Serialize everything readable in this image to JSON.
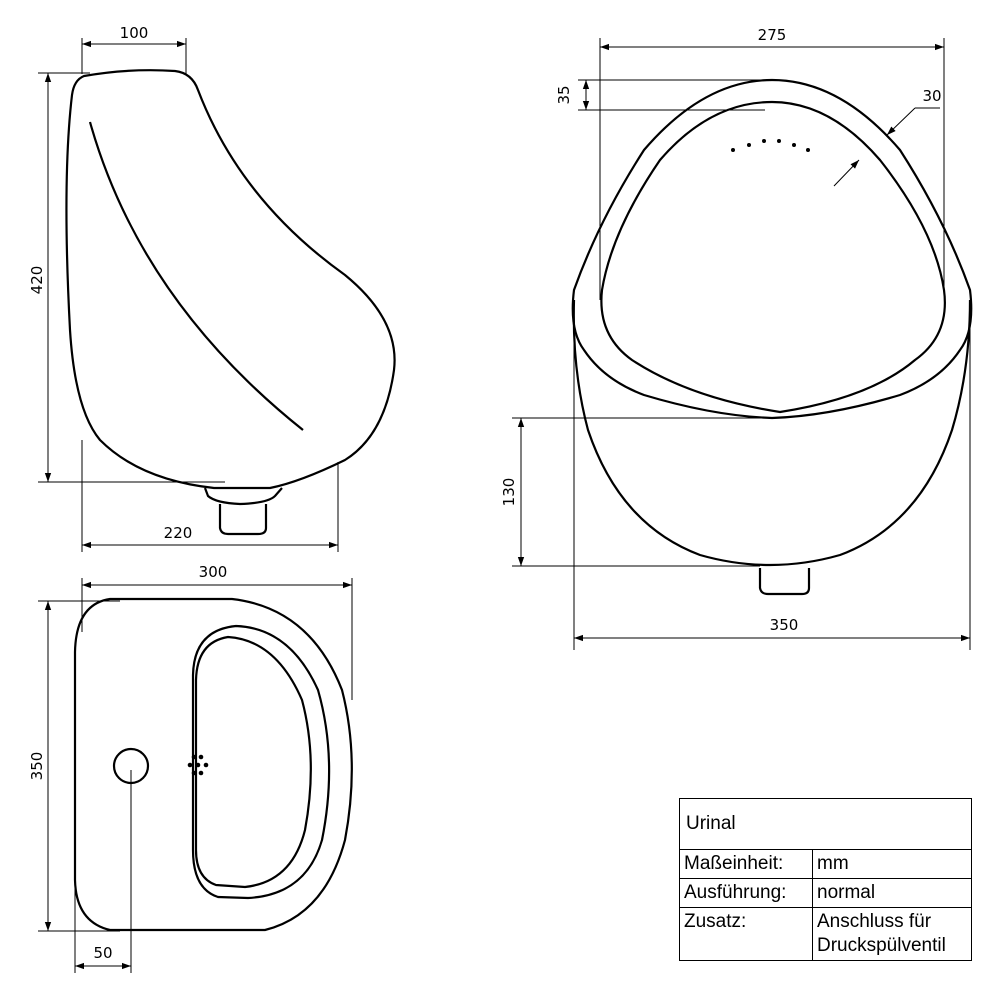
{
  "dimensions": {
    "side_top_width": "100",
    "side_height": "420",
    "side_depth": "220",
    "top_view_depth": "300",
    "top_view_width": "350",
    "top_view_offset": "50",
    "front_inner_width": "275",
    "front_rim": "35",
    "front_wall": "30",
    "front_lower_height": "130",
    "front_width": "350"
  },
  "title_block": {
    "title": "Urinal",
    "rows": [
      {
        "key": "Maßeinheit:",
        "value": "mm"
      },
      {
        "key": "Ausführung:",
        "value": "normal"
      },
      {
        "key": "Zusatz:",
        "value": "Anschluss für",
        "value2": "Druckspülventil"
      }
    ]
  }
}
